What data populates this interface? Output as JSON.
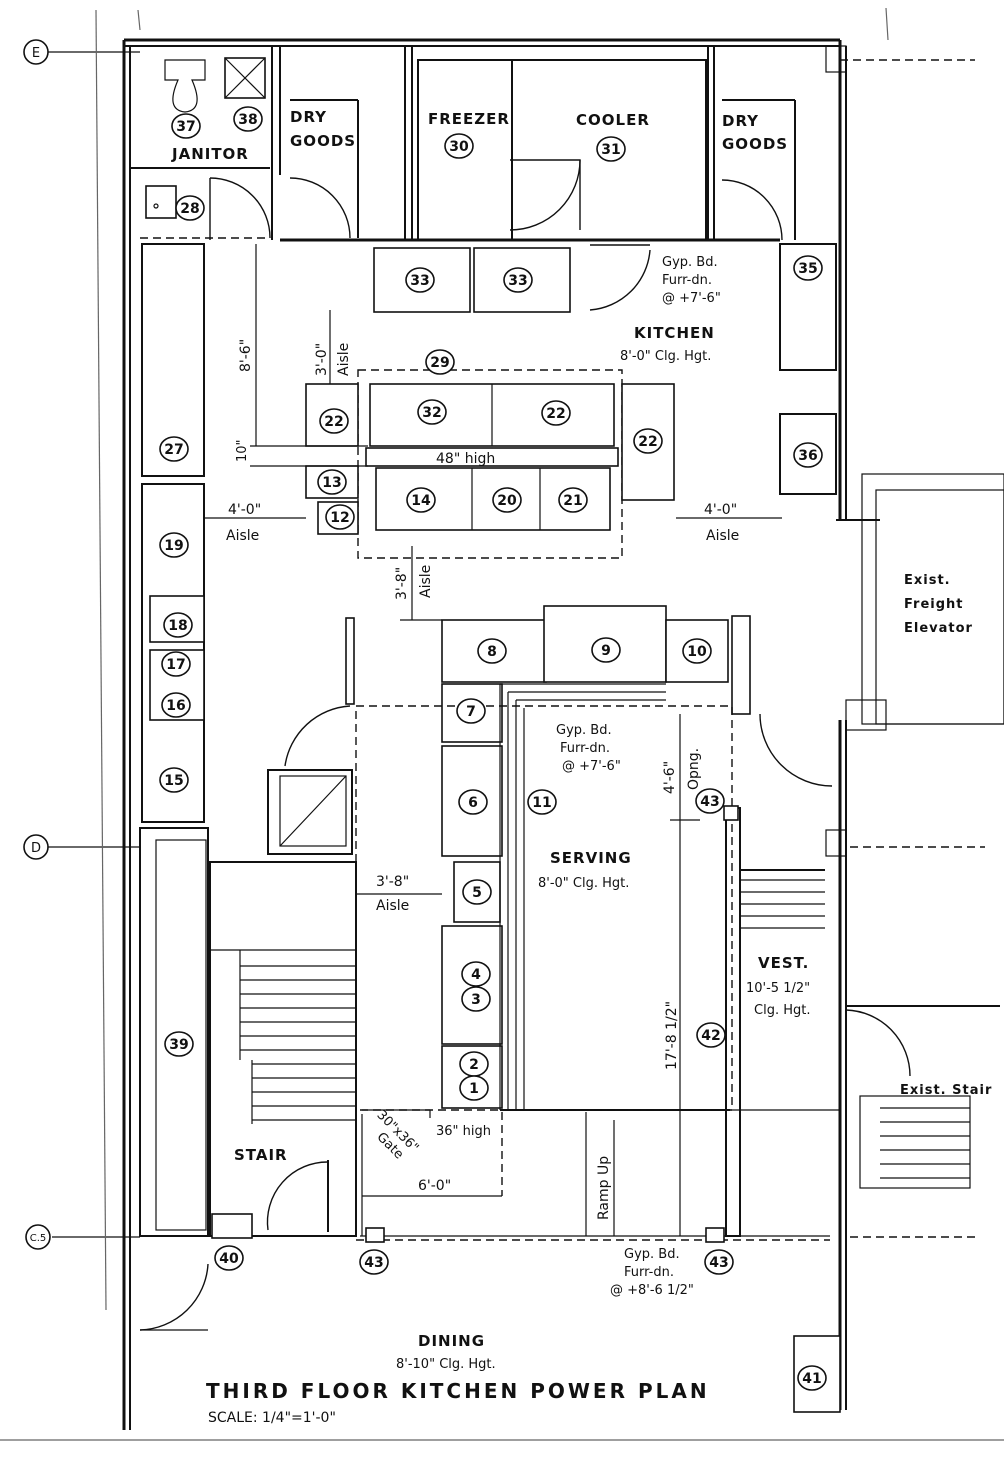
{
  "rooms": {
    "janitor": "JANITOR",
    "dry_goods": "DRY GOODS",
    "freezer": "FREEZER",
    "cooler": "COOLER",
    "kitchen": "KITCHEN",
    "kitchen_clg": "8'-0\" Clg. Hgt.",
    "serving": "SERVING",
    "serving_clg": "8'-0\" Clg. Hgt.",
    "vest": "VEST.",
    "vest_clg_1": "10'-5 1/2\"",
    "vest_clg_2": "Clg. Hgt.",
    "stair": "STAIR",
    "dining": "DINING",
    "dining_clg": "8'-10\" Clg. Hgt.",
    "exist_freight_1": "Exist.",
    "exist_freight_2": "Freight",
    "exist_freight_3": "Elevator",
    "exist_stair": "Exist. Stair"
  },
  "notes": {
    "gyp1": [
      "Gyp. Bd.",
      "Furr-dn.",
      "@ +7'-6\""
    ],
    "gyp2": [
      "Gyp. Bd.",
      "Furr-dn.",
      "@ +7'-6\""
    ],
    "gyp3": [
      "Gyp. Bd.",
      "Furr-dn.",
      "@ +8'-6 1/2\""
    ],
    "high48": "48\" high",
    "high36": "36\" high",
    "gate_1": "30\"x36\"",
    "gate_2": "Gate",
    "ramp": "Ramp Up",
    "opng": "Opng."
  },
  "dimensions": {
    "d_8_6": "8'-6\"",
    "d_3_0": "3'-0\"",
    "aisle": "Aisle",
    "d_10": "10\"",
    "d_4_0": "4'-0\"",
    "d_3_8": "3'-8\"",
    "d_4_6": "4'-6\"",
    "d_17_8": "17'-8 1/2\"",
    "d_6_0": "6'-0\""
  },
  "grid": {
    "e": "E",
    "d": "D",
    "c5": "C.5"
  },
  "equipment_numbers": [
    "1",
    "2",
    "3",
    "4",
    "5",
    "6",
    "7",
    "8",
    "9",
    "10",
    "11",
    "12",
    "13",
    "14",
    "15",
    "16",
    "17",
    "18",
    "19",
    "20",
    "21",
    "22",
    "27",
    "28",
    "29",
    "30",
    "31",
    "32",
    "33",
    "35",
    "36",
    "37",
    "38",
    "39",
    "40",
    "41",
    "42",
    "43"
  ],
  "title": {
    "main": "THIRD FLOOR KITCHEN POWER PLAN",
    "scale": "SCALE: 1/4\"=1'-0\""
  }
}
